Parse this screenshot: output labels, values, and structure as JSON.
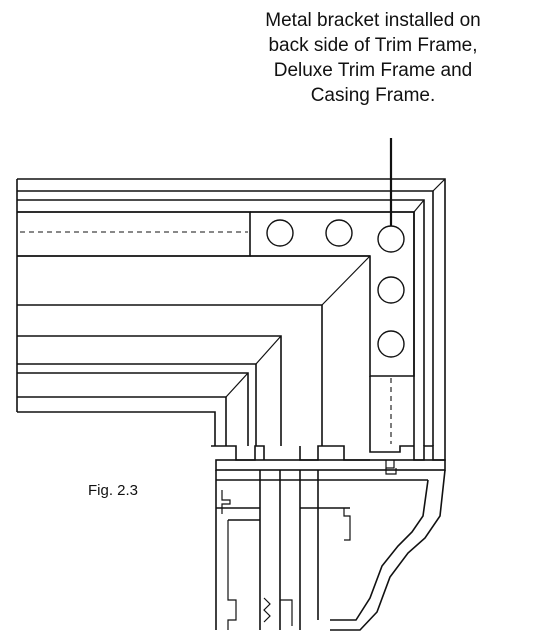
{
  "diagram": {
    "callout_lines": [
      "Metal bracket installed on",
      "back side of Trim Frame,",
      "Deluxe Trim Frame and",
      "Casing Frame."
    ],
    "figure_label": "Fig. 2.3",
    "colors": {
      "line": "#111111",
      "background": "#ffffff"
    }
  }
}
